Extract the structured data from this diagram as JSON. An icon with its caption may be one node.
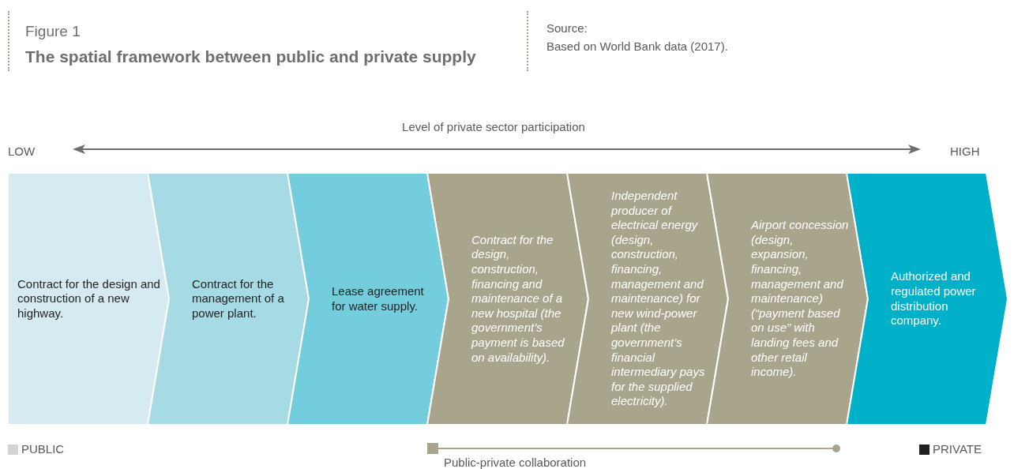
{
  "diagram": {
    "title": "The spatial framework between public and private supply",
    "nodes": [
      {
        "text": [
          "Contract for the design and construction of a new highway."
        ]
      },
      {
        "text": [
          "Contract for the management of a power plant."
        ]
      },
      {
        "text": [
          "Lease agreement for water supply."
        ]
      },
      {
        "text": [
          "Contract for the design, construction, financing and maintenance of a new hospital (the government’s payment is based on availability)."
        ]
      },
      {
        "text": [
          "Independent producer of electrical energy (design, construction, financing, management and maintenance) for new wind-power plant (the government’s financial intermediary pays for the supplied electricity)."
        ]
      },
      {
        "text": [
          "Airport concession (design, expansion, financing, management and maintenance) (“payment based on use” with landing fees and other retail income)."
        ]
      },
      {
        "text": [
          "Authorized and regulated power distribution company."
        ]
      }
    ],
    "labels": [
      "Figure 1",
      "Source:",
      "Based on World Bank data (2017).",
      "Level of private sector participation",
      "LOW",
      "HIGH",
      "Public-private collaboration"
    ],
    "legend": [
      {
        "text": "PUBLIC",
        "color": "#d1d3d4"
      },
      {
        "text": "PRIVATE",
        "color": "#231f20"
      }
    ]
  }
}
